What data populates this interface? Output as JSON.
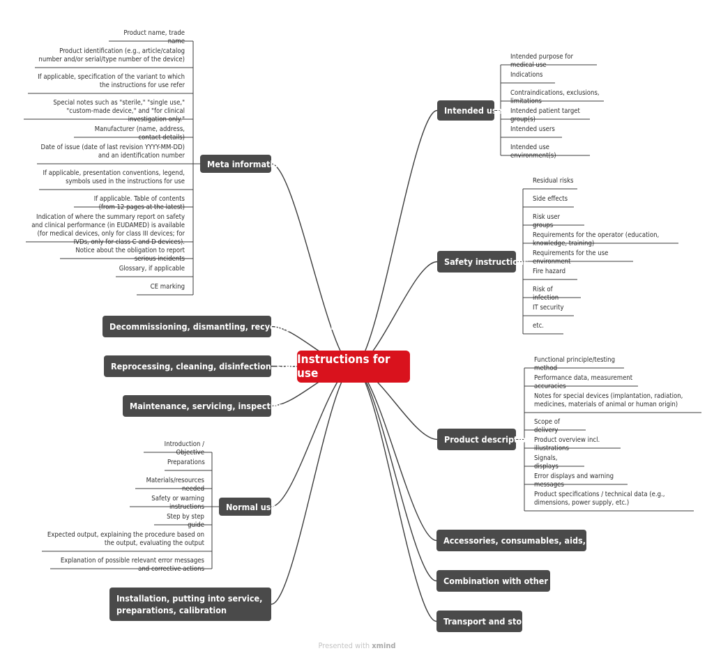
{
  "central": "Instructions for use",
  "footer": {
    "prefix": "Presented with",
    "brand": "xmind"
  },
  "colors": {
    "central": "#d9121d",
    "topic": "#4a4a4a",
    "line": "#3a3a3a",
    "text": "#2b2b2b"
  },
  "topics": {
    "meta": {
      "label": "Meta information",
      "items": [
        "Product name, trade name",
        "Product identification (e.g., article/catalog number and/or serial/type number of the device)",
        "If applicable, specification of the variant to which the instructions for use refer",
        "Special notes such as \"sterile,\" \"single use,\" \"custom-made device,\" and \"for clinical investigation only.\"",
        "Manufacturer (name, address, contact details)",
        "Date of issue (date of last revision YYYY-MM-DD) and an identification number",
        "If applicable, presentation conventions, legend, symbols used in the instructions for use",
        "If applicable. Table of contents (from 12 pages at the latest)",
        "Indication of where the summary report on safety and clinical performance (in EUDAMED) is available (for medical devices, only for class III devices; for IVDs, only for class C and D devices).",
        "Notice about the obligation to report serious incidents",
        "Glossary, if applicable",
        "CE marking"
      ]
    },
    "decommissioning": {
      "label": "Decommissioning, dismantling, recycling, disposal"
    },
    "reprocessing": {
      "label": "Reprocessing, cleaning, disinfection, sterilization"
    },
    "maintenance": {
      "label": "Maintenance, servicing, inspection, testing"
    },
    "normal": {
      "label": "Normal use",
      "items": [
        "Introduction / Objective",
        "Preparations",
        "Materials/resources needed",
        "Safety or warning instructions",
        "Step by step guide",
        "Expected output, explaining the procedure based on the output, evaluating the output",
        "Explanation of possible relevant error messages and corrective actions"
      ]
    },
    "installation": {
      "label": "Installation, putting into service, preparations, calibration"
    },
    "intended": {
      "label": "Intended use",
      "items": [
        "Intended purpose for medical use",
        "Indications",
        "Contraindications, exclusions, limitations",
        "Intended patient target group(s)",
        "Intended users",
        "Intended use environment(s)"
      ]
    },
    "safety": {
      "label": "Safety instructions",
      "items": [
        "Residual risks",
        "Side effects",
        "Risk user groups",
        "Requirements for the operator (education, knowledge, training)",
        "Requirements for the use environment",
        "Fire hazard",
        "Risk of infection",
        "IT security",
        "etc."
      ]
    },
    "product": {
      "label": "Product description",
      "items": [
        "Functional principle/testing method",
        "Performance data, measurement accuracies",
        "Notes for special devices (implantation, radiation, medicines, materials of animal or human origin)",
        "Scope of delivery",
        "Product overview incl. illustrations",
        "Signals, displays",
        "Error displays and warning messages",
        "Product specifications / technical data (e.g., dimensions, power supply, etc.)"
      ]
    },
    "accessories": {
      "label": "Accessories, consumables, aids, spare parts"
    },
    "combination": {
      "label": "Combination with other devices"
    },
    "transport": {
      "label": "Transport and storage"
    }
  }
}
